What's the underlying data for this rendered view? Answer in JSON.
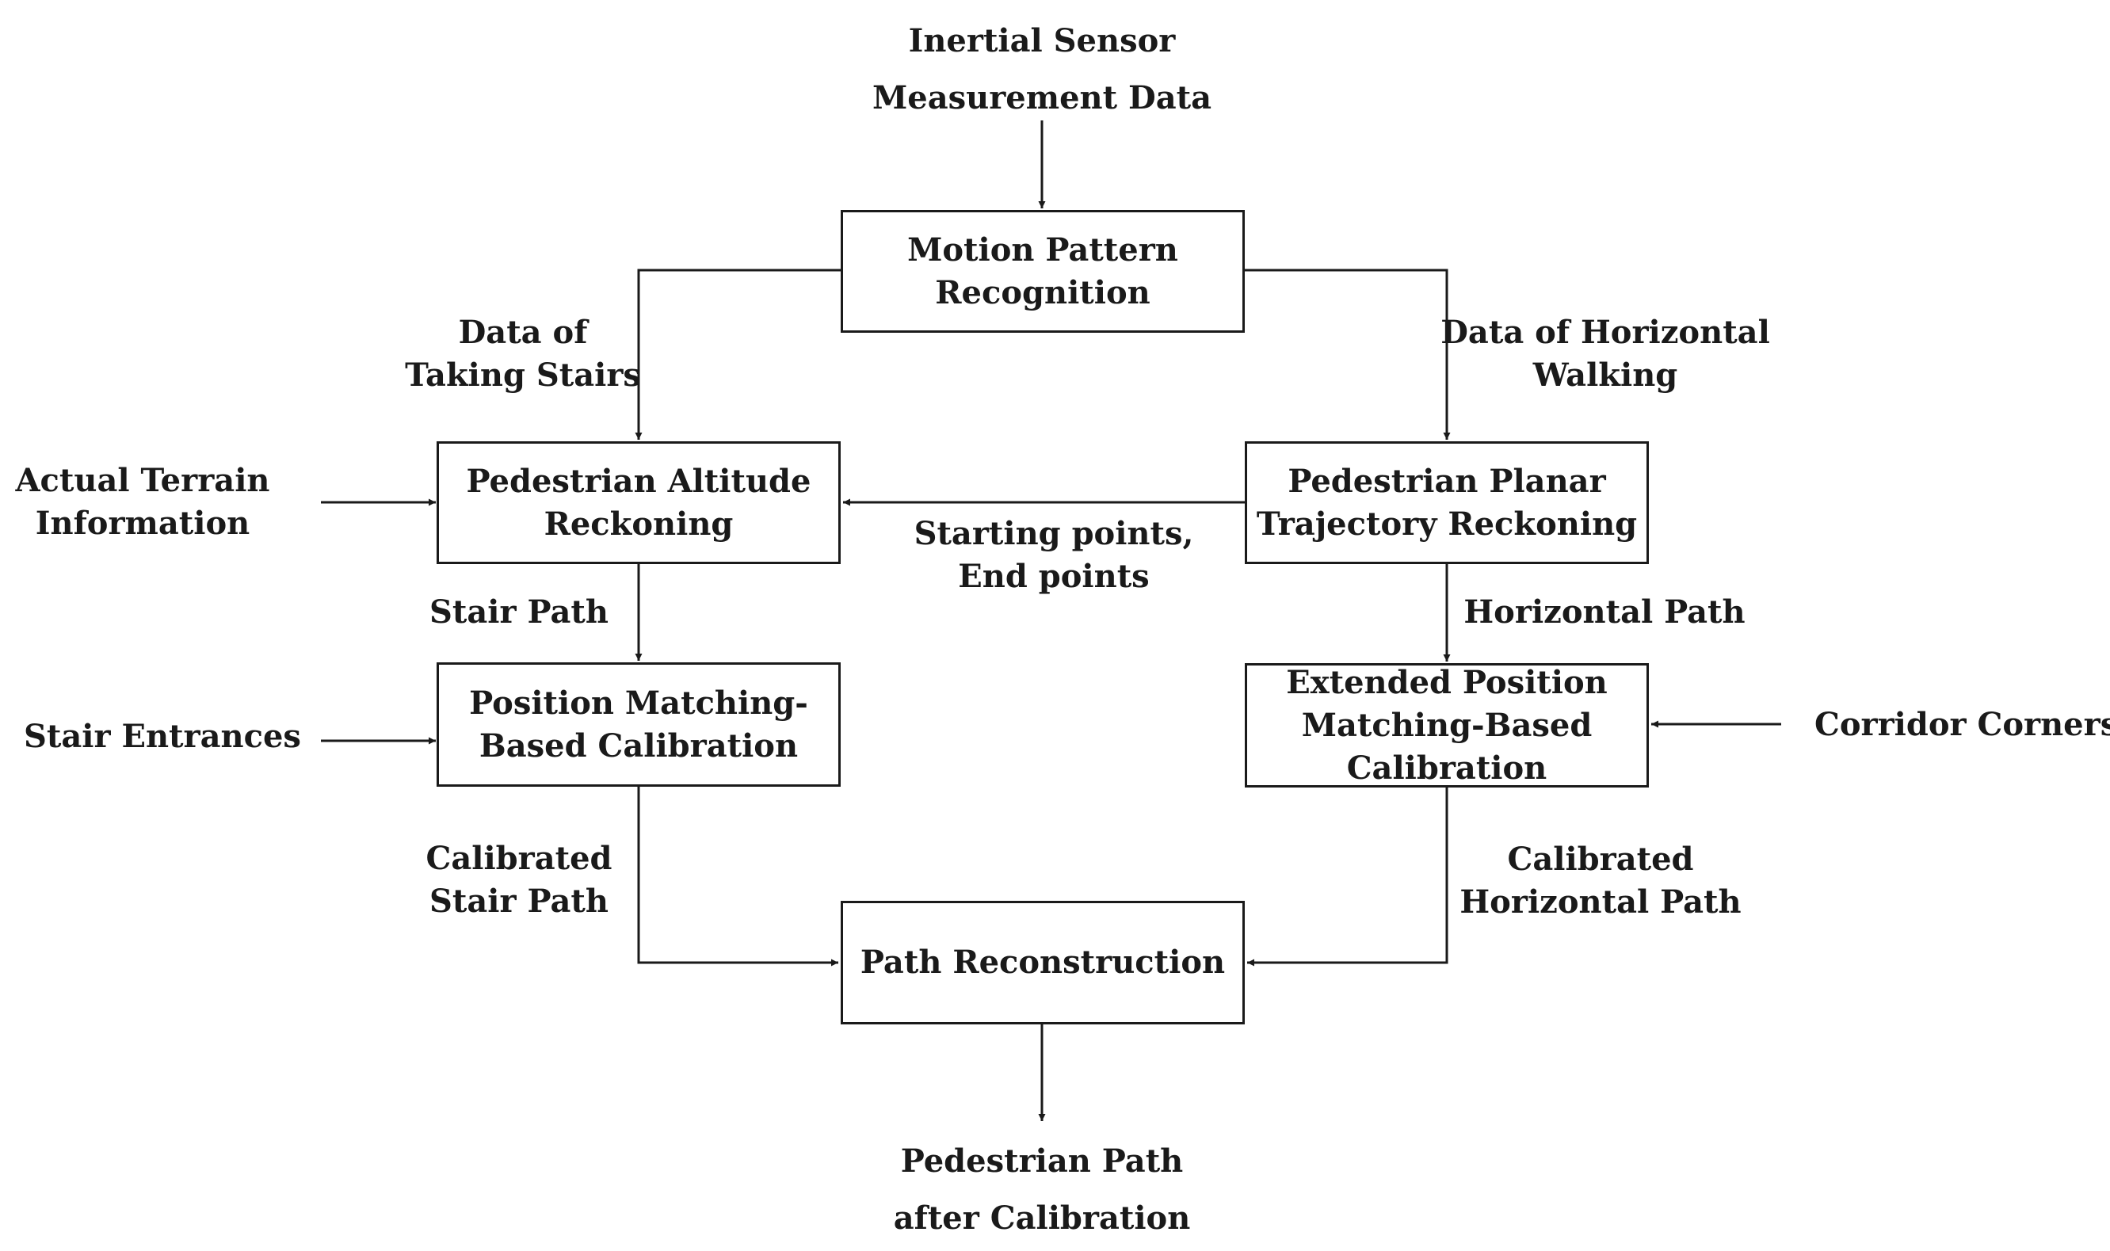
{
  "inputs": {
    "sensor": [
      "Inertial Sensor",
      "Measurement Data"
    ],
    "terrain": [
      "Actual Terrain",
      "Information"
    ],
    "stair_entrances": [
      "Stair Entrances"
    ],
    "corridor_corners": [
      "Corridor Corners"
    ]
  },
  "boxes": {
    "motion": [
      "Motion Pattern",
      "Recognition"
    ],
    "altitude": [
      "Pedestrian Altitude",
      "Reckoning"
    ],
    "planar": [
      "Pedestrian Planar",
      "Trajectory Reckoning"
    ],
    "position_matching": [
      "Position Matching-",
      "Based Calibration"
    ],
    "extended_matching": [
      "Extended Position",
      "Matching-Based",
      "Calibration"
    ],
    "reconstruction": [
      "Path Reconstruction"
    ]
  },
  "edge_labels": {
    "stairs_data": [
      "Data of",
      "Taking Stairs"
    ],
    "horizontal_data": [
      "Data of Horizontal",
      "Walking"
    ],
    "start_end_points": [
      "Starting points,",
      "End points"
    ],
    "stair_path": [
      "Stair Path"
    ],
    "horizontal_path": [
      "Horizontal Path"
    ],
    "calibrated_stair": [
      "Calibrated",
      "Stair Path"
    ],
    "calibrated_horizontal": [
      "Calibrated",
      "Horizontal Path"
    ]
  },
  "output": [
    "Pedestrian Path",
    "after Calibration"
  ],
  "colors": {
    "stroke": "#1a1a1a",
    "text": "#1a1a1a",
    "background": "#ffffff"
  }
}
